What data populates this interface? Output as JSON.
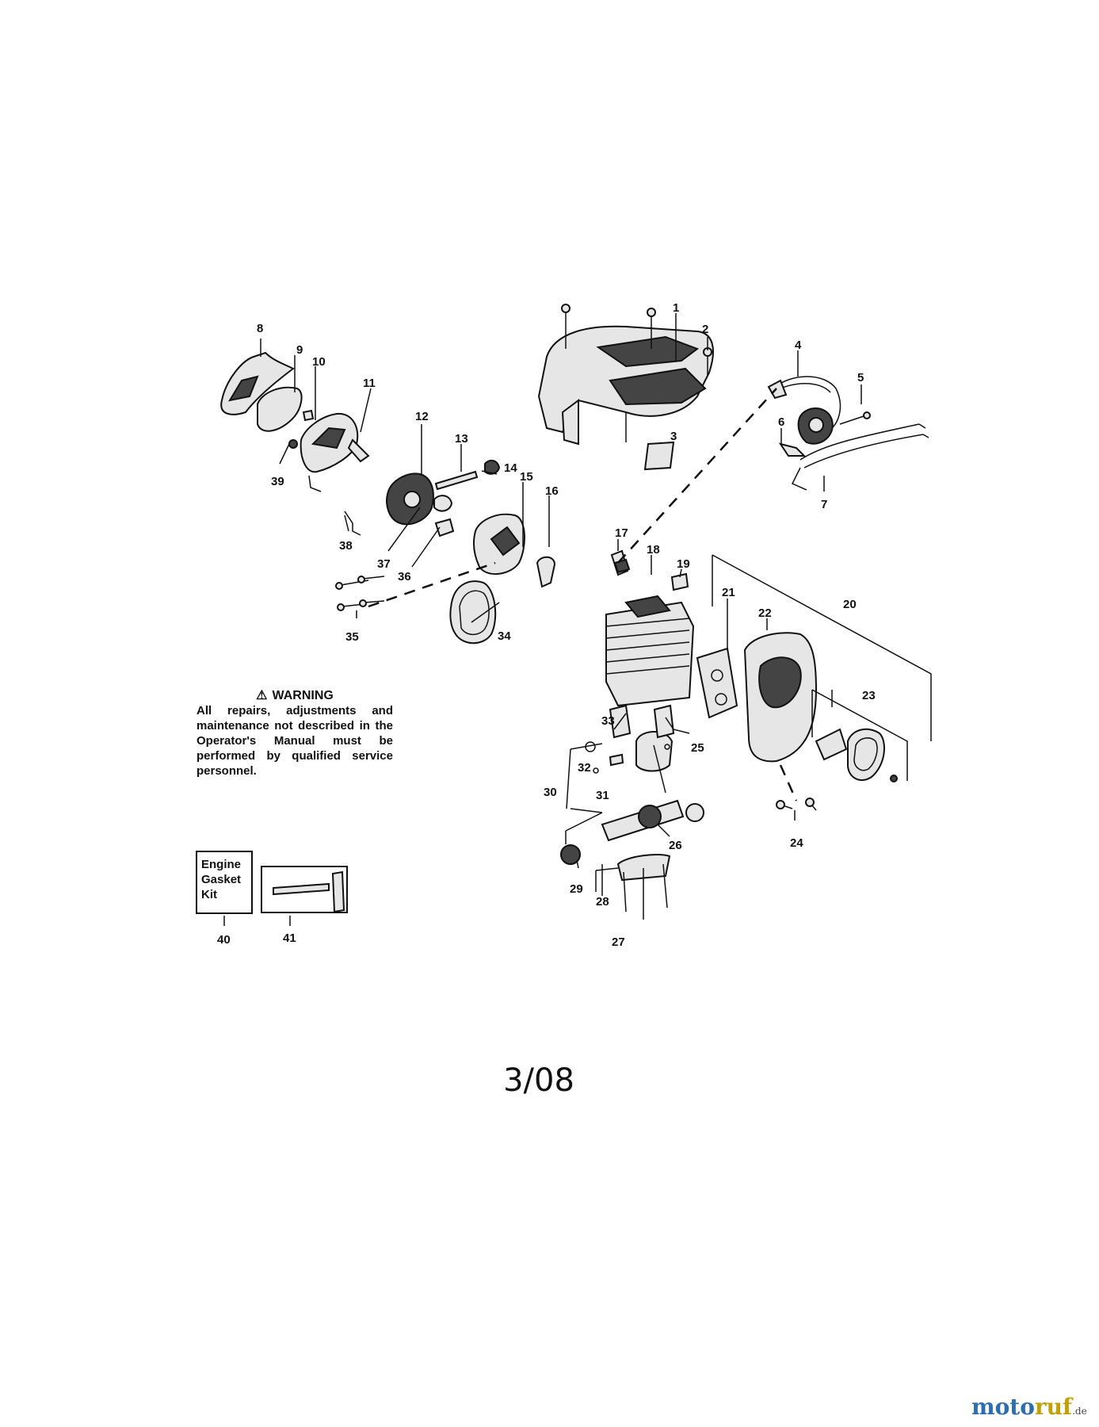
{
  "callouts": [
    "1",
    "2",
    "3",
    "4",
    "5",
    "6",
    "7",
    "8",
    "9",
    "10",
    "11",
    "12",
    "13",
    "14",
    "15",
    "16",
    "17",
    "18",
    "19",
    "20",
    "21",
    "22",
    "23",
    "24",
    "25",
    "26",
    "27",
    "28",
    "29",
    "30",
    "31",
    "32",
    "33",
    "34",
    "35",
    "36",
    "37",
    "38",
    "39",
    "40",
    "41"
  ],
  "warning": {
    "title": "WARNING",
    "body": "All repairs, adjustments and maintenance not described in the Operator's Manual must be performed by qualified service personnel."
  },
  "kit": {
    "line1": "Engine",
    "line2": "Gasket",
    "line3": "Kit"
  },
  "date": "3/08",
  "brand": {
    "part1": "moto",
    "part2": "ruf",
    "suffix": ".de"
  }
}
